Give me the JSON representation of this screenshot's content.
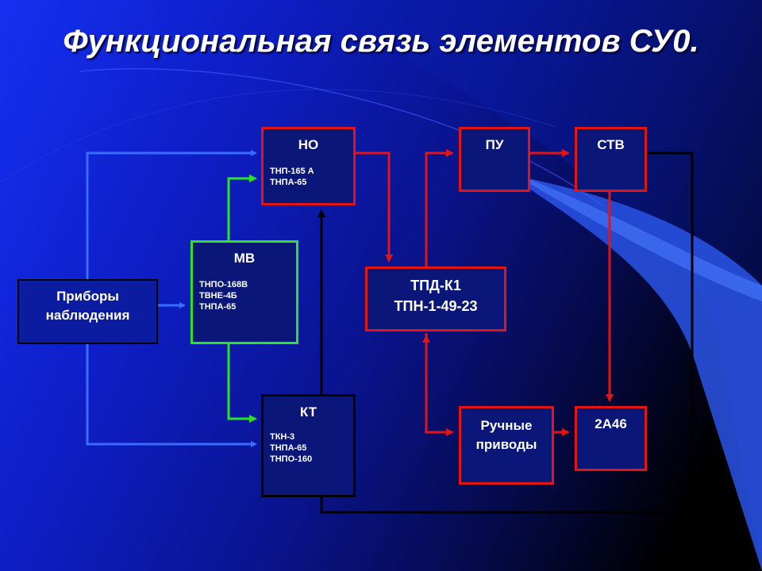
{
  "title": "Функциональная связь элементов СУ0.",
  "boxes": {
    "no": {
      "title": "НО",
      "lines": [
        "ТНП-165 А",
        "ТНПА-65"
      ]
    },
    "mv": {
      "title": "МВ",
      "lines": [
        "ТНПО-168В",
        "ТВНЕ-4Б",
        "ТНПА-65"
      ]
    },
    "kt": {
      "title": "КТ",
      "lines": [
        "ТКН-3",
        "ТНПА-65",
        "ТНПО-160"
      ]
    },
    "pribory": {
      "title_1": "Приборы",
      "title_2": "наблюдения"
    },
    "pu": {
      "title": "ПУ"
    },
    "stv": {
      "title": "СТВ"
    },
    "tpd": {
      "title_1": "ТПД-К1",
      "title_2": "ТПН-1-49-23"
    },
    "ruchnye": {
      "title_1": "Ручные",
      "title_2": "приводы"
    },
    "a46": {
      "title": "2А46"
    }
  },
  "colors": {
    "red": "#e21515",
    "green": "#2ae22a",
    "blue": "#3a6cff",
    "black": "#000000"
  }
}
